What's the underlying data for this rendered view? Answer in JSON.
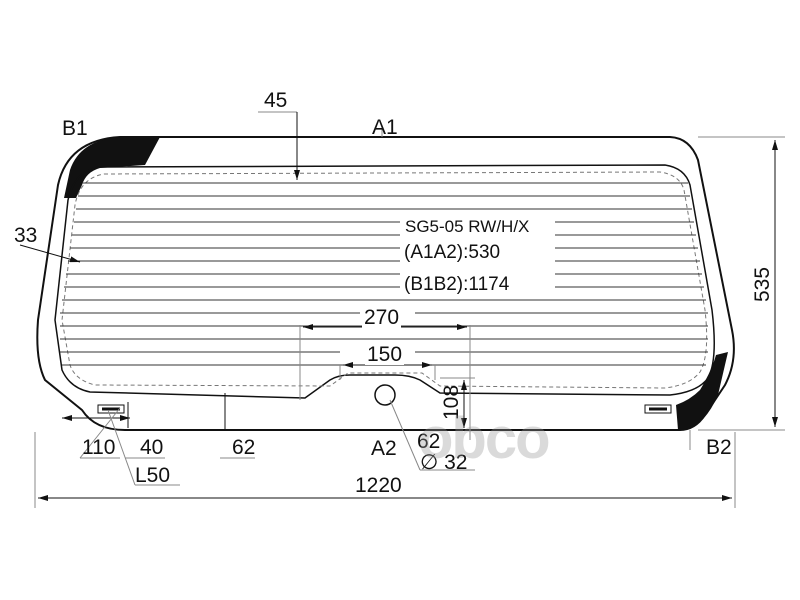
{
  "part": {
    "code": "SG5-05 RW/H/X",
    "a1a2_label": "(A1A2):530",
    "b1b2_label": "(B1B2):1174"
  },
  "points": {
    "a1": "A1",
    "a2": "A2",
    "b1": "B1",
    "b2": "B2"
  },
  "dimensions": {
    "top_band": "45",
    "side_band": "33",
    "height": "535",
    "width": "1220",
    "notch_outer": "270",
    "notch_inner": "150",
    "notch_height": "108",
    "bottom_band_left": "62",
    "bottom_band_center": "62",
    "hole_diameter": "∅ 32",
    "bracket_offset": "110",
    "bracket_height": "40",
    "bracket_length": "L50"
  },
  "watermark": "obco",
  "colors": {
    "line": "#111111",
    "dim_line": "#9a9a9a",
    "ceramic": "#111111",
    "heater_line": "#333333"
  }
}
